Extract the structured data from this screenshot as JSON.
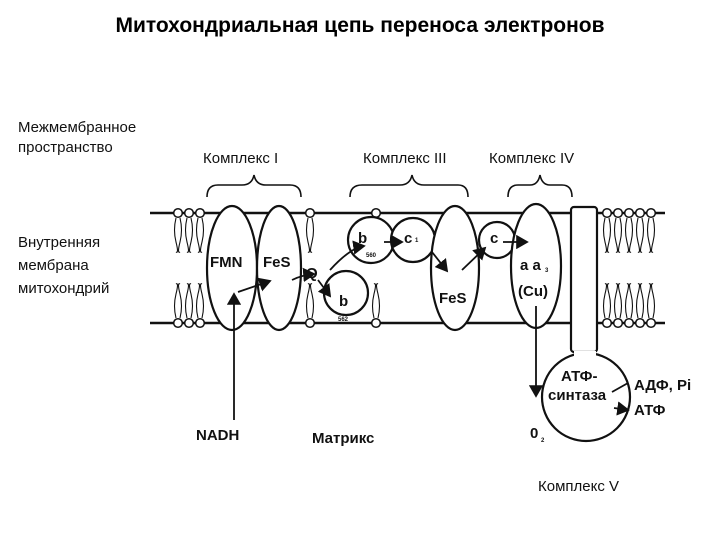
{
  "title": "Митохондриальная цепь переноса электронов",
  "side_labels": {
    "intermembrane_line1": "Межмембранное",
    "intermembrane_line2": "пространство",
    "inner_membrane_line1": "Внутренняя",
    "inner_membrane_line2": "мембрана",
    "inner_membrane_line3": "митохондрий"
  },
  "complexes": {
    "complex_1": "Комплекс I",
    "complex_3": "Комплекс III",
    "complex_4": "Комплекс IV",
    "complex_5": "Комплекс V"
  },
  "components": {
    "fmn": "FMN",
    "fes_1": "FeS",
    "q": "Q",
    "b560": "b",
    "b560_sub": "560",
    "b562": "b",
    "b562_sub": "562",
    "c1": "c",
    "c1_sub": "1",
    "fes_3": "FeS",
    "c": "c",
    "aa3": "a a",
    "aa3_sub": "3",
    "cu": "(Cu)",
    "atp_synthase_line1": "АТФ-",
    "atp_synthase_line2": "синтаза"
  },
  "substrates": {
    "nadh": "NADH",
    "matrix": "Матрикс",
    "o2": "0",
    "o2_sub": "2",
    "adp_pi": "АДФ, Pi",
    "atp": "АТФ"
  }
}
